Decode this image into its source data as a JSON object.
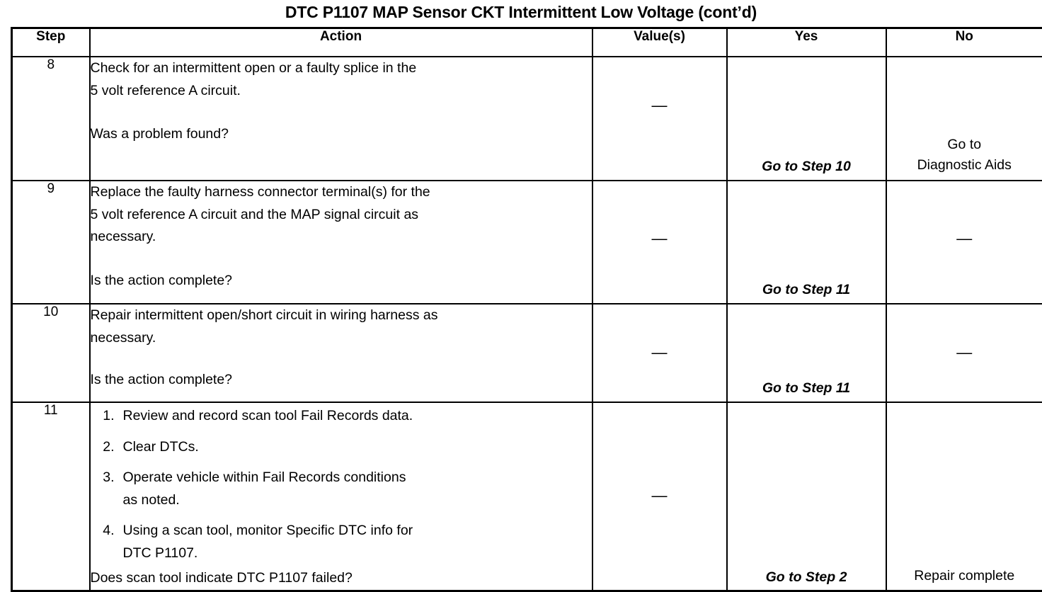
{
  "document": {
    "title": "DTC P1107 MAP Sensor CKT Intermittent Low Voltage (cont’d)"
  },
  "table": {
    "headers": {
      "step": "Step",
      "action": "Action",
      "value": "Value(s)",
      "yes": "Yes",
      "no": "No"
    },
    "rows": [
      {
        "step": "8",
        "action_lines": [
          "Check for an intermittent open or a faulty splice in the",
          "5 volt reference A circuit."
        ],
        "question": "Was a problem found?",
        "value": "—",
        "yes": "Go to Step 10",
        "no_line1": "Go to",
        "no_line2": "Diagnostic Aids"
      },
      {
        "step": "9",
        "action_lines": [
          "Replace the faulty harness connector terminal(s) for the",
          "5 volt reference A circuit and the MAP signal circuit as",
          "necessary."
        ],
        "question": "Is the action complete?",
        "value": "—",
        "yes": "Go to Step 11",
        "no": "—"
      },
      {
        "step": "10",
        "action_lines": [
          "Repair intermittent open/short circuit in wiring harness as",
          "necessary."
        ],
        "question": "Is the action complete?",
        "value": "—",
        "yes": "Go to Step 11",
        "no": "—"
      },
      {
        "step": "11",
        "list": [
          {
            "num": "1.",
            "text": "Review and record scan tool Fail Records data.",
            "cont": ""
          },
          {
            "num": "2.",
            "text": "Clear DTCs.",
            "cont": ""
          },
          {
            "num": "3.",
            "text": "Operate vehicle within Fail Records conditions",
            "cont": "as noted."
          },
          {
            "num": "4.",
            "text": "Using a scan tool, monitor Specific DTC info for",
            "cont": "DTC P1107."
          }
        ],
        "question": "Does scan tool indicate DTC P1107 failed?",
        "value": "—",
        "yes": "Go to Step 2",
        "no": "Repair complete"
      }
    ]
  }
}
